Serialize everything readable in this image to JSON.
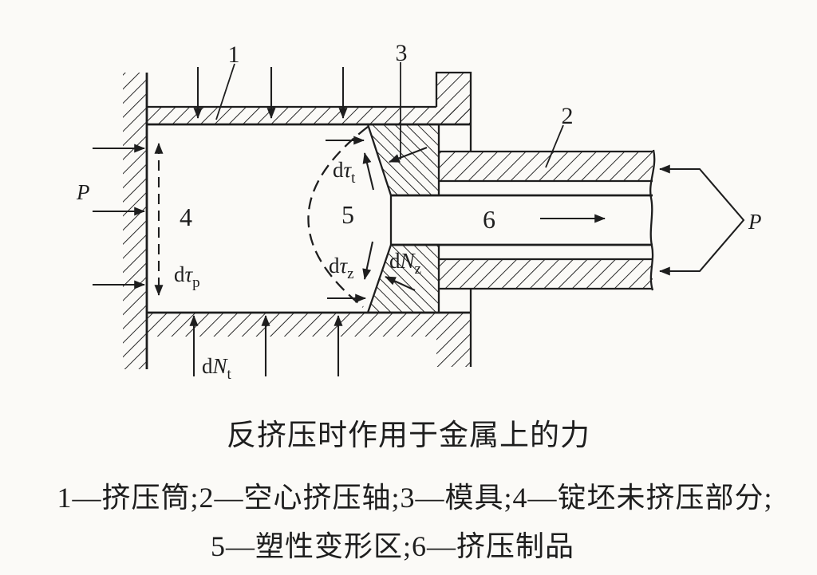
{
  "figure_title": "反挤压时作用于金属上的力",
  "caption": {
    "line1": "1—挤压筒;2—空心挤压轴;3—模具;4—锭坯未挤压部分;",
    "line2": "5—塑性变形区;6—挤压制品"
  },
  "part_labels": {
    "container": "1",
    "hollow_shaft": "2",
    "die": "3",
    "billet_unextruded": "4",
    "plastic_zone": "5",
    "extruded_product": "6"
  },
  "force_labels": {
    "pressure_left": "P",
    "pressure_right": "P",
    "dtau_t": {
      "pre": "d",
      "var": "τ",
      "sub": "t"
    },
    "dtau_p": {
      "pre": "d",
      "var": "τ",
      "sub": "p"
    },
    "dtau_z": {
      "pre": "d",
      "var": "τ",
      "sub": "z"
    },
    "dn_z": {
      "pre": "d",
      "var": "N",
      "sub": "z"
    },
    "dn_t": {
      "pre": "d",
      "var": "N",
      "sub": "t"
    }
  },
  "colors": {
    "ink": "#1e1e1e",
    "paper": "#fbfaf7"
  }
}
